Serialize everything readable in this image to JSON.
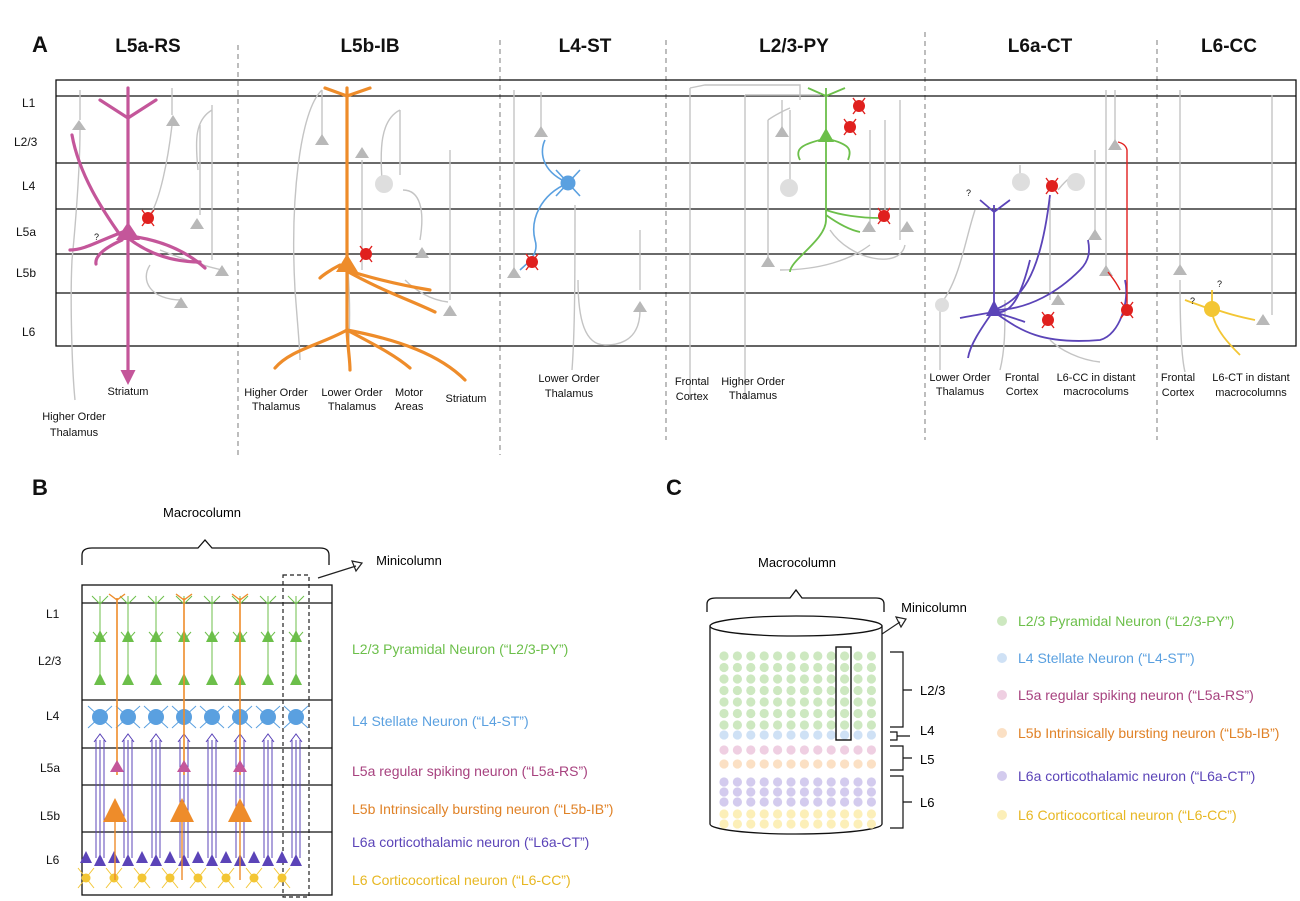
{
  "colors": {
    "l23": "#6cbf4a",
    "l4": "#5aa0e0",
    "l5a": "#c4569a",
    "l5b": "#ee8c2a",
    "l6a": "#5b44b8",
    "l6cc": "#f3c634",
    "inhib": "#e0201e",
    "grey": "#bdbdbd"
  },
  "panel_a": {
    "letter": "A",
    "cell_types": [
      "L5a-RS",
      "L5b-IB",
      "L4-ST",
      "L2/3-PY",
      "L6a-CT",
      "L6-CC"
    ],
    "layers": [
      "L1",
      "L2/3",
      "L4",
      "L5a",
      "L5b",
      "L6"
    ],
    "question_mark": "?",
    "targets": {
      "rs_striatum": "Striatum",
      "rs_hot": [
        "Higher Order",
        "Thalamus"
      ],
      "ib_hot": [
        "Higher Order",
        "Thalamus"
      ],
      "ib_lot": [
        "Lower Order",
        "Thalamus"
      ],
      "ib_motor": [
        "Motor",
        "Areas"
      ],
      "ib_striatum": "Striatum",
      "st_lot": [
        "Lower Order",
        "Thalamus"
      ],
      "py_frontal": [
        "Frontal",
        "Cortex"
      ],
      "py_hot": [
        "Higher Order",
        "Thalamus"
      ],
      "ct_lot": [
        "Lower Order",
        "Thalamus"
      ],
      "ct_frontal": [
        "Frontal",
        "Cortex"
      ],
      "ct_cc": [
        "L6-CC in distant",
        "macrocolums"
      ],
      "cc_frontal": [
        "Frontal",
        "Cortex"
      ],
      "cc_ct": [
        "L6-CT in distant",
        "macrocolumns"
      ]
    }
  },
  "panel_b": {
    "letter": "B",
    "macrocolumn": "Macrocolumn",
    "minicolumn": "Minicolumn",
    "layers": [
      "L1",
      "L2/3",
      "L4",
      "L5a",
      "L5b",
      "L6"
    ],
    "legend": [
      "L2/3 Pyramidal Neuron (“L2/3-PY”)",
      "L4 Stellate Neuron (“L4-ST”)",
      "L5a regular spiking neuron (“L5a-RS”)",
      "L5b Intrinsically bursting neuron (“L5b-IB”)",
      "L6a corticothalamic neuron (“L6a-CT”)",
      "L6 Corticocortical neuron (“L6-CC”)"
    ]
  },
  "panel_c": {
    "letter": "C",
    "macrocolumn": "Macrocolumn",
    "minicolumn": "Minicolumn",
    "layers": [
      "L2/3",
      "L4",
      "L5",
      "L6"
    ],
    "legend": [
      "L2/3 Pyramidal Neuron (“L2/3-PY”)",
      "L4 Stellate Neuron (“L4-ST”)",
      "L5a regular spiking neuron (“L5a-RS”)",
      "L5b Intrinsically bursting neuron (“L5b-IB”)",
      "L6a corticothalamic neuron (“L6a-CT”)",
      "L6 Corticocortical neuron (“L6-CC”)"
    ]
  }
}
